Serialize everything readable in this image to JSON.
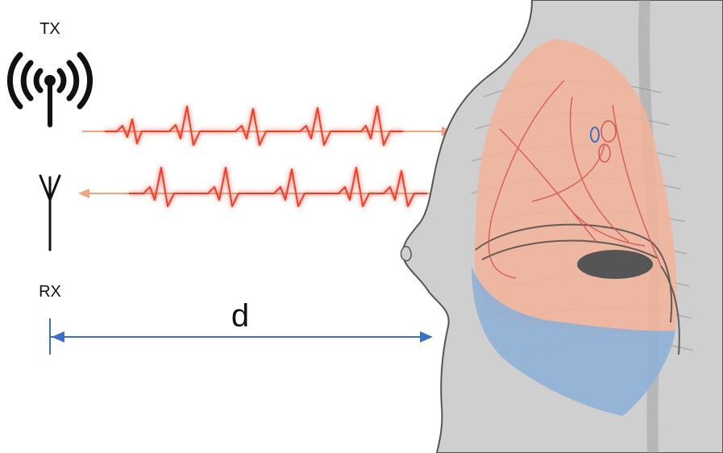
{
  "labels": {
    "tx": "TX",
    "rx": "RX",
    "distance": "d"
  },
  "colors": {
    "signal": "#e8402a",
    "signal_glow": "#ff8a80",
    "arrow_line": "#f3a27e",
    "distance_arrow": "#3d6fc4",
    "body_fill": "#cfcfcf",
    "body_outline": "#555555",
    "lung": "#f2b39a",
    "lower_region": "#8fb0d6",
    "dark_organ": "#555555",
    "vessel": "#d9534f"
  },
  "icons": {
    "transmitter": "broadcast-antenna-icon",
    "receiver": "receive-antenna-icon"
  }
}
